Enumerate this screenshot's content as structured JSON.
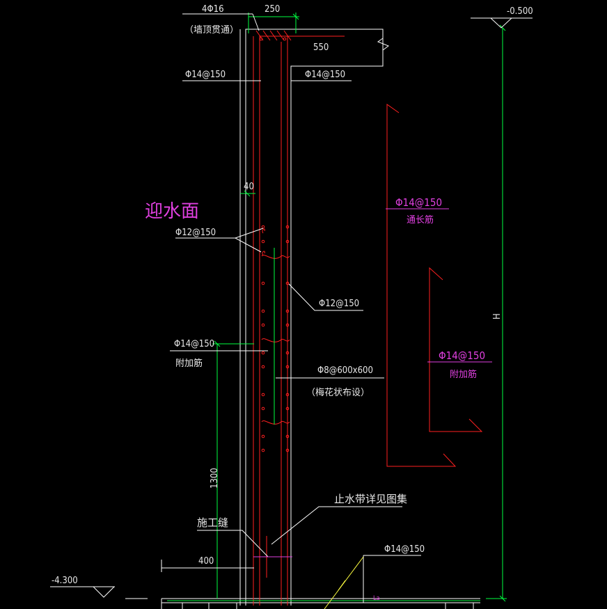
{
  "labels": {
    "top_bars": "4Φ16",
    "top_bars_note": "（墙顶贯通）",
    "wall_thk": "250",
    "slab_dim": "550",
    "elev_top": "-0.500",
    "horiz_left": "Φ14@150",
    "horiz_right": "Φ14@150",
    "cover": "40",
    "water_face": "迎水面",
    "tie_left": "Φ12@150",
    "tie_right": "Φ12@150",
    "through_bar": "Φ14@150",
    "through_bar_note": "通长筋",
    "height": "H",
    "add_bar_left": "Φ14@150",
    "add_bar_left_note": "附加筋",
    "spacer": "Φ8@600x600",
    "spacer_note": "（梅花状布设）",
    "add_bar_right": "Φ14@150",
    "add_bar_right_note": "附加筋",
    "dim_1300": "1300",
    "waterstop": "止水带详见图集",
    "joint": "施工缝",
    "dim_400": "400",
    "bottom_bar": "Φ14@150",
    "elev_bottom": "-4.300",
    "lap": "La"
  },
  "colors": {
    "background": "#000000",
    "rebar": "#ff2020",
    "concrete": "#ffffff",
    "dimension": "#00ff40",
    "magenta": "#e040e0",
    "hatch": "#ffff40"
  }
}
